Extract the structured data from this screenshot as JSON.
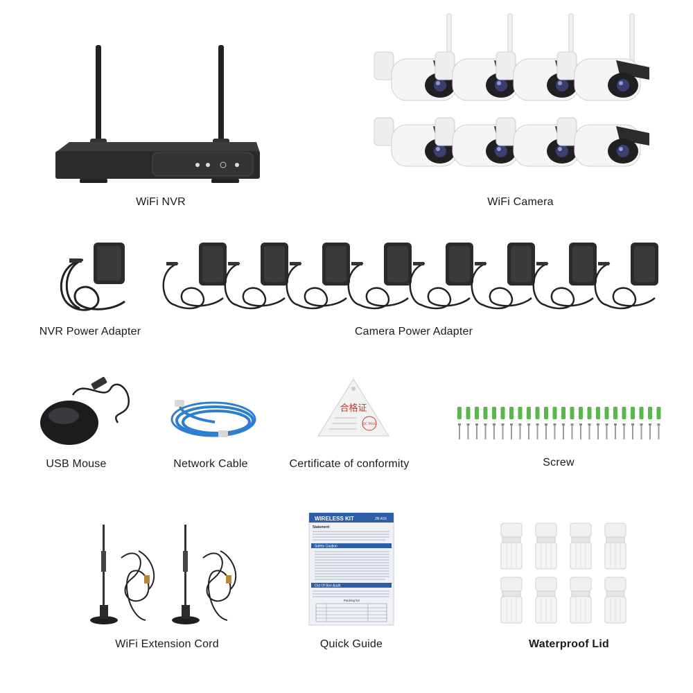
{
  "items": {
    "nvr": {
      "label": "WiFi NVR",
      "icon": "nvr-recorder-icon"
    },
    "camera": {
      "label": "WiFi Camera",
      "icon": "bullet-camera-icon",
      "count": 8
    },
    "nvr_power": {
      "label": "NVR Power Adapter",
      "icon": "power-adapter-icon"
    },
    "camera_power": {
      "label": "Camera Power Adapter",
      "icon": "power-adapter-icon",
      "count": 8
    },
    "mouse": {
      "label": "USB Mouse",
      "icon": "usb-mouse-icon"
    },
    "cable": {
      "label": "Network Cable",
      "icon": "ethernet-cable-icon"
    },
    "certificate": {
      "label": "Certificate of conformity",
      "icon": "certificate-tag-icon",
      "tag_title": "合格证",
      "tag_pass": "QC PASS"
    },
    "screw": {
      "label": "Screw",
      "icon": "screw-anchor-icon",
      "count": 24
    },
    "antenna": {
      "label": "WiFi Extension Cord",
      "icon": "antenna-extension-icon",
      "count": 2
    },
    "guide": {
      "label": "Quick Guide",
      "icon": "quick-guide-booklet-icon",
      "header": "WIRELESS KIT",
      "code": "ZB-A16",
      "sections": [
        "Statement",
        "Safety Caution",
        "Out Of Box Audit"
      ],
      "table_title": "Packing list"
    },
    "lid": {
      "label": "Waterproof Lid",
      "icon": "waterproof-lid-icon",
      "count": 8
    }
  },
  "colors": {
    "device_black": "#2b2b2d",
    "camera_white": "#f4f4f4",
    "cable_blue": "#2f7fd0",
    "anchor_green": "#58b94a",
    "guide_blue": "#2c5fa8"
  }
}
